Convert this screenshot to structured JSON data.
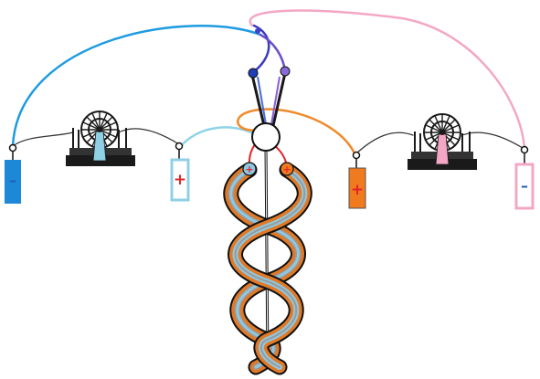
{
  "diagram": {
    "terminals": [
      {
        "id": "t1",
        "sign": "–",
        "sign_color": "#1f5fb8",
        "fill": "#1e88d8",
        "border": "#1e88d8"
      },
      {
        "id": "t2",
        "sign": "+",
        "sign_color": "#e0262a",
        "fill": "#ffffff",
        "border": "#8fd0e4"
      },
      {
        "id": "t3",
        "sign": "+",
        "sign_color": "#e0262a",
        "fill": "#f07a1e",
        "border": "#555555"
      },
      {
        "id": "t4",
        "sign": "–",
        "sign_color": "#1f5fb8",
        "fill": "#ffffff",
        "border": "#f4a7c4"
      }
    ],
    "node_signs": {
      "left": "+",
      "right": "+"
    },
    "colors": {
      "wire_blue": "#1e9be0",
      "wire_lightblue": "#8fd3e8",
      "wire_orange": "#f08a2a",
      "wire_pink": "#f4a7c4",
      "wire_purple": "#4040c8",
      "wire_red": "#e0262a",
      "machine_body": "#1a1a1a",
      "machine_accent_left": "#8fd0e4",
      "machine_accent_right": "#f4a7c4",
      "snake_orange": "#e07a28",
      "snake_blue": "#8fc8e0",
      "snake_gray": "#9a9a9a"
    }
  }
}
